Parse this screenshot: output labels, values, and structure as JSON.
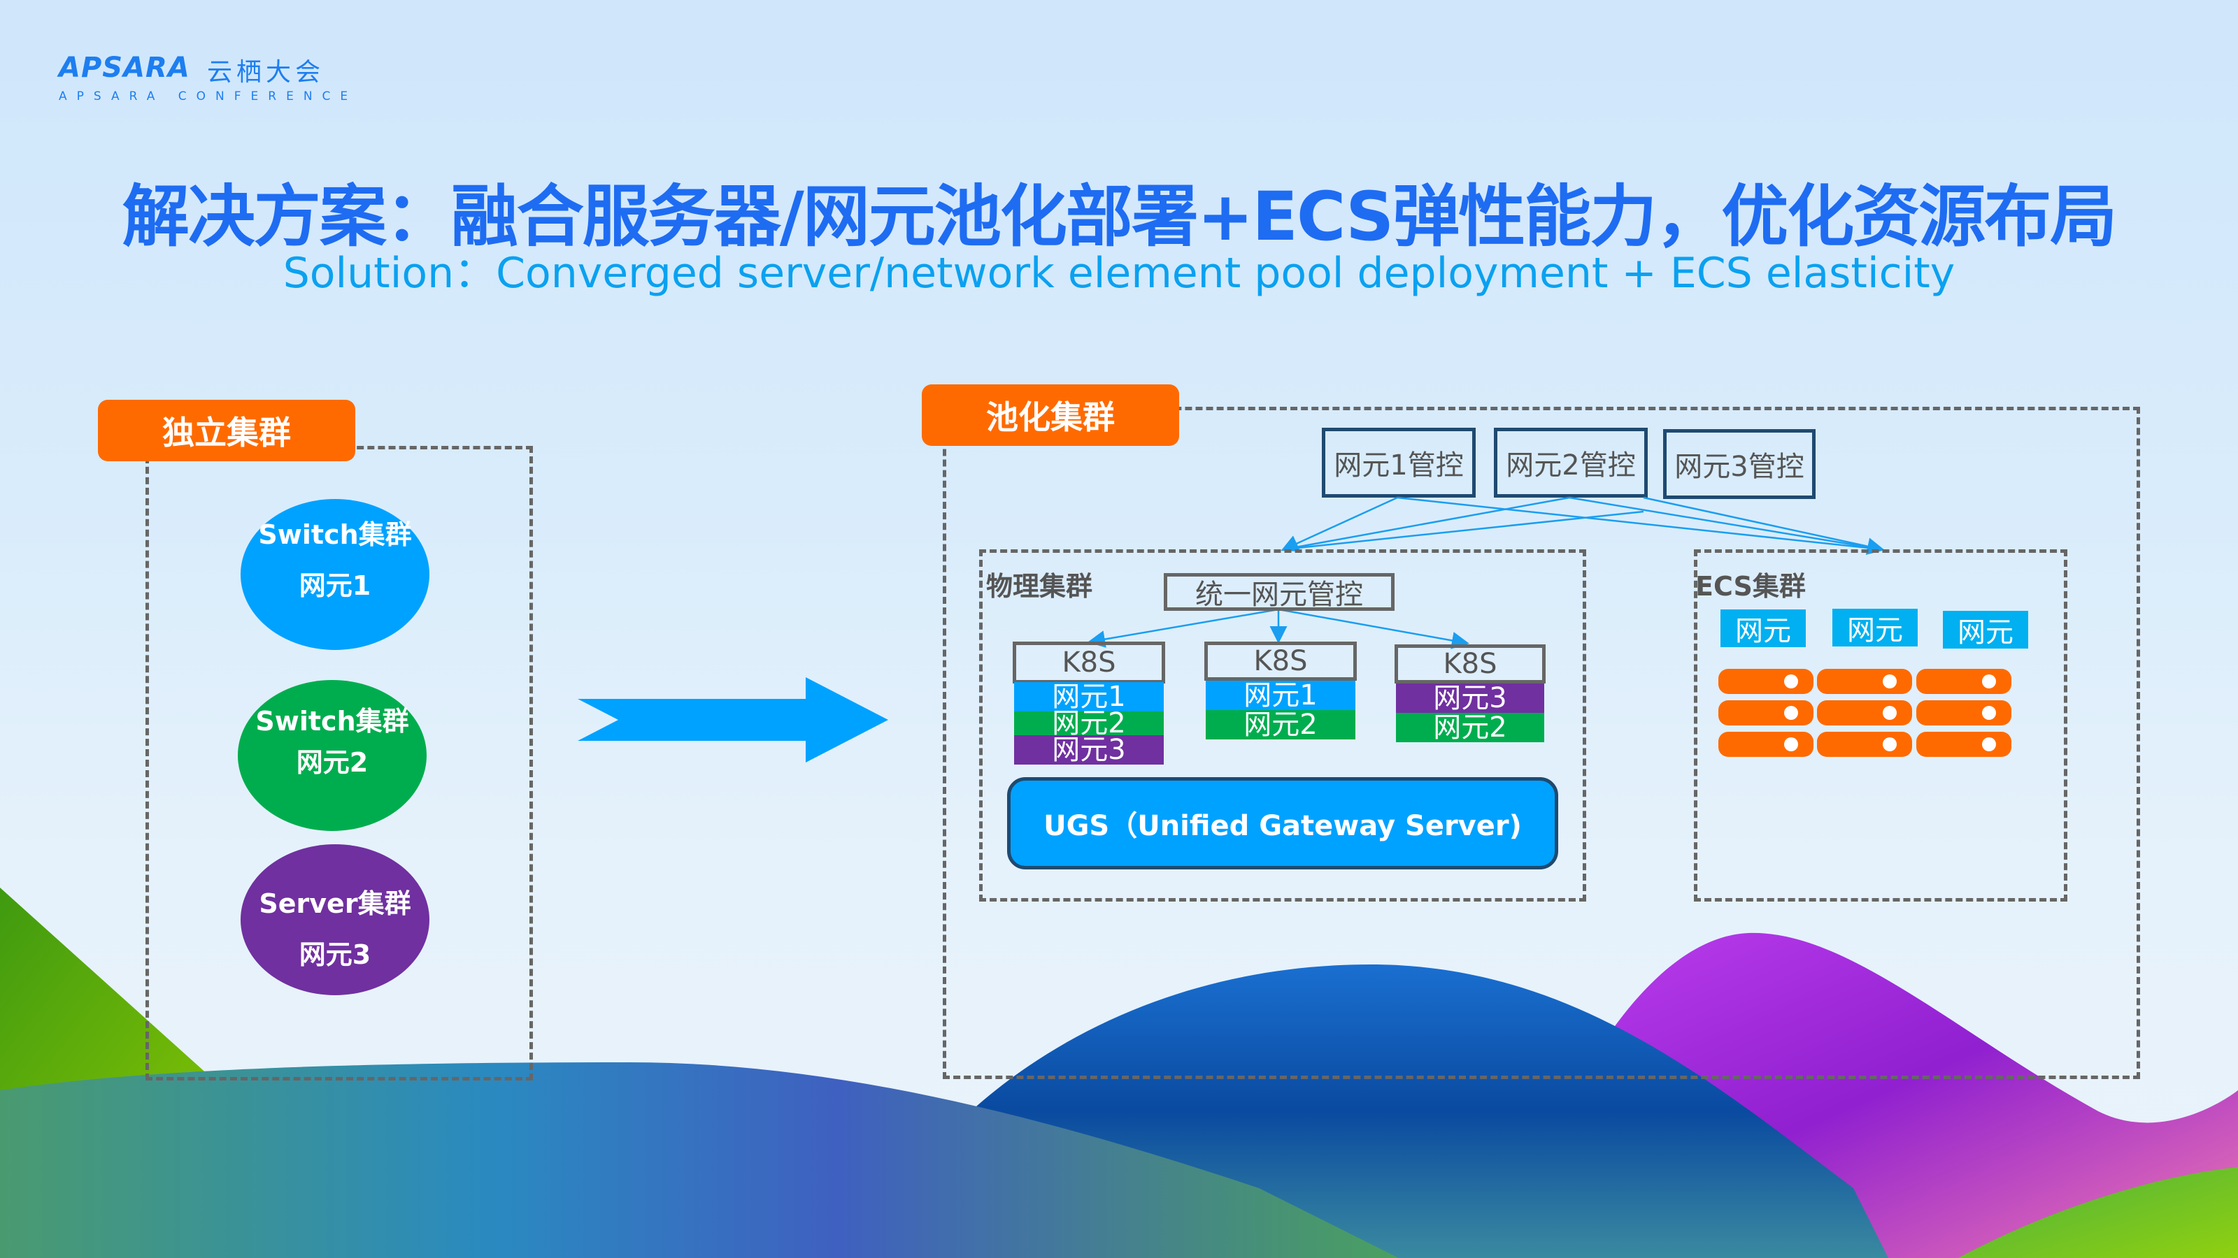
{
  "logo": {
    "brand": "APSARA",
    "brand_cn": "云栖大会",
    "tagline": "APSARA  CONFERENCE"
  },
  "title": "解决方案：融合服务器/网元池化部署+ECS弹性能力，优化资源布局",
  "subtitle": "Solution：Converged server/network element pool deployment + ECS elasticity",
  "colors": {
    "title": "#1e6cf2",
    "subtitle": "#0aa1f0",
    "tag": "#ff6a00",
    "ne1": "#00a2ff",
    "ne2": "#00ad4e",
    "ne3": "#7030a0",
    "ugs": "#00a2ff",
    "server": "#ff6a00"
  },
  "independent": {
    "tag": "独立集群",
    "clusters": [
      {
        "name": "Switch集群",
        "element": "网元1"
      },
      {
        "name": "Switch集群",
        "element": "网元2"
      },
      {
        "name": "Server集群",
        "element": "网元3"
      }
    ]
  },
  "arrow_icon": "right-arrow",
  "pooled": {
    "tag": "池化集群",
    "controllers": [
      "网元1管控",
      "网元2管控",
      "网元3管控"
    ],
    "physical": {
      "label": "物理集群",
      "unified_control": "统一网元管控",
      "nodes": [
        {
          "header": "K8S",
          "elements": [
            "网元1",
            "网元2",
            "网元3"
          ]
        },
        {
          "header": "K8S",
          "elements": [
            "网元1",
            "网元2"
          ]
        },
        {
          "header": "K8S",
          "elements": [
            "网元3",
            "网元2"
          ]
        }
      ],
      "ugs": "UGS（Unified Gateway Server)"
    },
    "ecs": {
      "label": "ECS集群",
      "elements": [
        "网元",
        "网元",
        "网元"
      ],
      "server_icon": "server-rack",
      "server_columns": 3,
      "servers_per_column": 3
    }
  }
}
